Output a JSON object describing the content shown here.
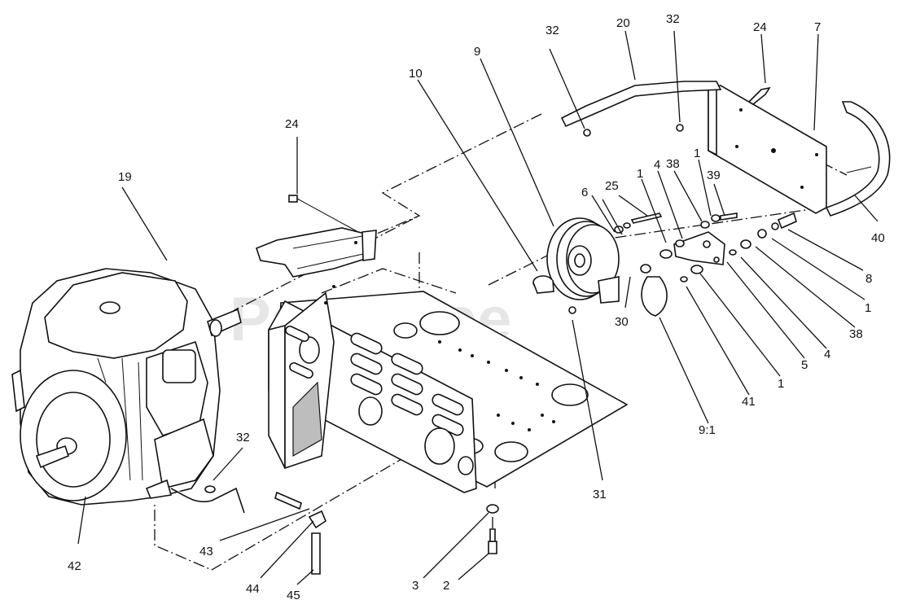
{
  "watermark": "PartsTree",
  "callouts": [
    "32",
    "20",
    "32",
    "24",
    "7",
    "9",
    "10",
    "24",
    "19",
    "1",
    "38",
    "1",
    "39",
    "6",
    "25",
    "4",
    "40",
    "8",
    "1",
    "38",
    "30",
    "4",
    "5",
    "1",
    "41",
    "9:1",
    "31",
    "32",
    "42",
    "43",
    "44",
    "45",
    "3",
    "2"
  ]
}
